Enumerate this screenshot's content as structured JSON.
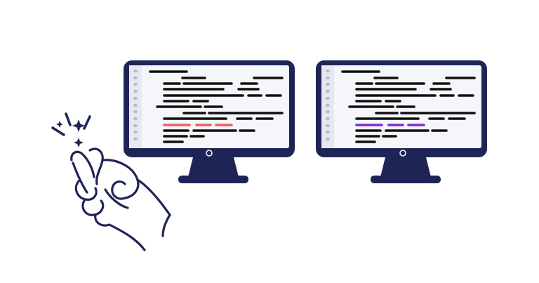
{
  "colors": {
    "navy": "#1e2556",
    "screen": "#f4f6fa",
    "gutter": "#e6e9ef",
    "gutter_dot": "#b8bcc6",
    "code_line": "#111111",
    "highlight_left": "#ef5b62",
    "highlight_right": "#7b2fd4"
  },
  "illustration": {
    "hand_icon": "snapping-fingers-hand-icon",
    "sparkle_icon": "sparkle-icon",
    "monitors": [
      {
        "name": "monitor-left",
        "highlight": "highlight_left"
      },
      {
        "name": "monitor-right",
        "highlight": "highlight_right"
      }
    ]
  }
}
